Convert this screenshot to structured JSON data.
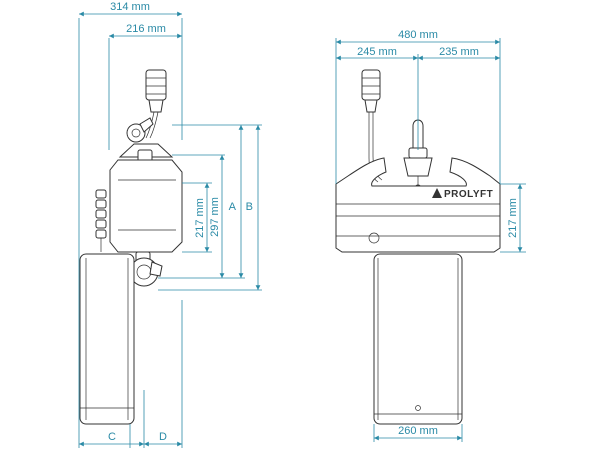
{
  "side_view": {
    "overall_width": "314 mm",
    "upper_width": "216 mm",
    "body_height": "217 mm",
    "hook_height": "297 mm",
    "label_a": "A",
    "label_b": "B",
    "label_c": "C",
    "label_d": "D"
  },
  "front_view": {
    "overall_width": "480 mm",
    "left_width": "245 mm",
    "right_width": "235 mm",
    "body_height": "217 mm",
    "bag_width": "260 mm",
    "brand": "PROLYFT"
  },
  "colors": {
    "dimension": "#2a8aa6",
    "outline": "#333333"
  }
}
